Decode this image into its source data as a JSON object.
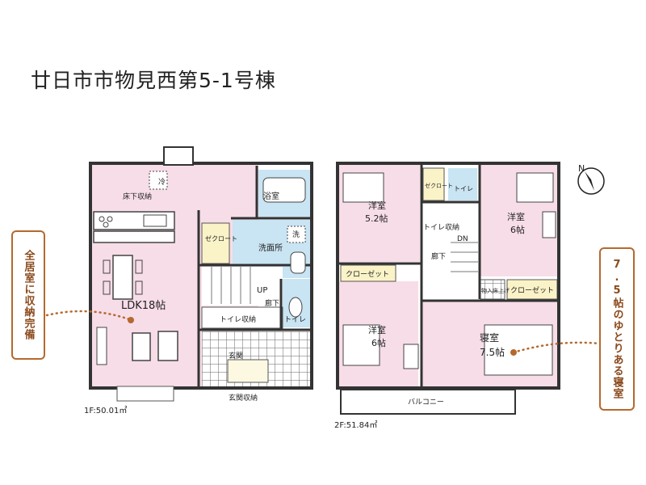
{
  "title": "廿日市市物見西第5-1号棟",
  "floor1": {
    "area_label": "1F:50.01㎡",
    "rooms": {
      "ldk": "LDK18帖",
      "floor_storage": "床下収納",
      "bath": "浴室",
      "washroom": "洗面所",
      "closet": "ゼクロート",
      "up": "UP",
      "hallway": "廊下",
      "toilet_storage": "トイレ収納",
      "toilet": "トイレ",
      "entrance": "玄関",
      "entrance_storage": "玄関収納",
      "fridge": "冷",
      "washer": "洗"
    }
  },
  "floor2": {
    "area_label": "2F:51.84㎡",
    "rooms": {
      "western1_name": "洋室",
      "western1_size": "5.2帖",
      "western2_name": "洋室",
      "western2_size": "6帖",
      "western3_name": "洋室",
      "western3_size": "6帖",
      "bedroom_name": "寝室",
      "bedroom_size": "7.5帖",
      "closet_small": "ゼクロート",
      "toilet": "トイレ",
      "toilet_storage": "トイレ収納",
      "dn": "DN",
      "hallway": "廊下",
      "closet1": "クローゼット",
      "closet2": "クローゼット",
      "storage_raised": "物入床上げ",
      "balcony": "バルコニー"
    }
  },
  "callouts": {
    "left": "全居室に収納完備",
    "right": "7.5帖のゆとりある寝室"
  },
  "compass": {
    "label": "N"
  },
  "colors": {
    "room_pink": "#f7dde8",
    "wet_blue": "#c9e4f2",
    "storage_yellow": "#fbf3c8",
    "callout_brown": "#b5692e"
  }
}
